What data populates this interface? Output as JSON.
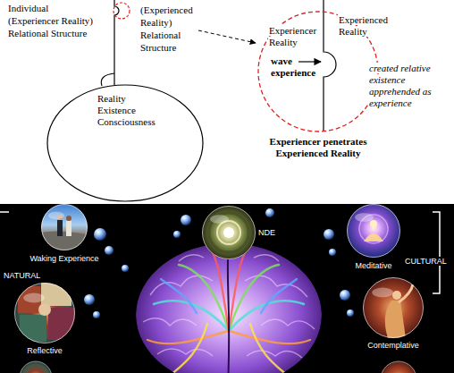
{
  "diagram": {
    "nodes": [
      {
        "text": [
          "Reality Existence Consciousness"
        ]
      },
      {
        "text": [
          "Experiencer Reality",
          "Experienced Reality",
          "wave experience"
        ]
      },
      {
        "text": [
          "Waking Experience"
        ]
      },
      {
        "text": [
          "NDE"
        ]
      },
      {
        "text": [
          "Meditative"
        ]
      },
      {
        "text": [
          "Reflective"
        ]
      },
      {
        "text": [
          "Contemplative"
        ]
      }
    ],
    "labels": [
      "Individual (Experiencer Reality) Relational Structure",
      "(Experienced Reality) Relational Structure",
      "created relative existence apprehended as experience",
      "Experiencer penetrates Experienced Reality",
      "NATURAL",
      "CULTURAL"
    ]
  }
}
